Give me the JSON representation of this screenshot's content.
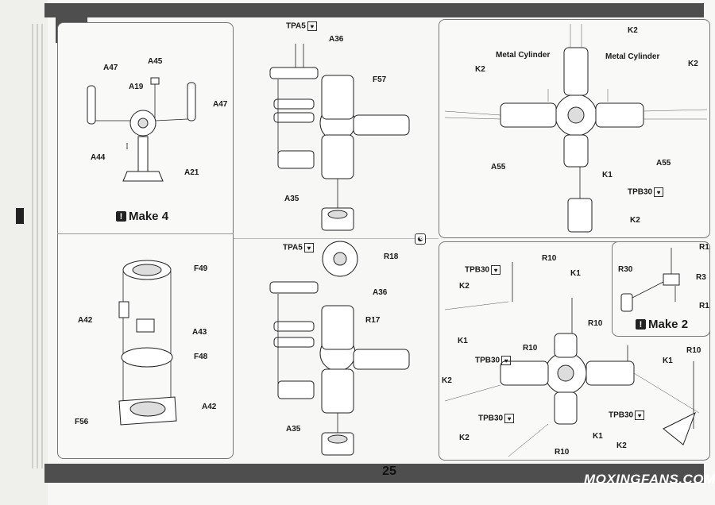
{
  "step_number": "25",
  "page_number": "25",
  "watermark": "MOXINGFANS.COM",
  "panels": {
    "make4": {
      "title": "Make 4",
      "labels": [
        "A47",
        "A45",
        "A19",
        "A47",
        "A44",
        "A21"
      ]
    },
    "tube": {
      "labels": [
        "F49",
        "A42",
        "A43",
        "F48",
        "A42",
        "F56"
      ]
    },
    "hub_top": {
      "labels": [
        "TPA5",
        "A36",
        "F57",
        "A35"
      ]
    },
    "hub_bottom": {
      "labels": [
        "TPA5",
        "R18",
        "A36",
        "R17",
        "A35"
      ]
    },
    "rotor_top": {
      "labels": [
        "K2",
        "Metal  Cylinder",
        "Metal  Cylinder",
        "K2",
        "K2",
        "A55",
        "K1",
        "A55",
        "TPB30",
        "K2"
      ]
    },
    "rotor_bottom": {
      "labels": [
        "TPB30",
        "R10",
        "K1",
        "K2",
        "R10",
        "K1",
        "R10",
        "TPB30",
        "K2",
        "K1",
        "R10",
        "TPB30",
        "TPB30",
        "K2",
        "K1",
        "R10",
        "K2"
      ]
    },
    "make2": {
      "title": "Make 2",
      "labels": [
        "R30",
        "R1",
        "R3",
        "R1"
      ]
    }
  },
  "colors": {
    "bar": "#4e4e4e",
    "ink": "#1a1a1a",
    "paper": "#f7f7f5"
  }
}
